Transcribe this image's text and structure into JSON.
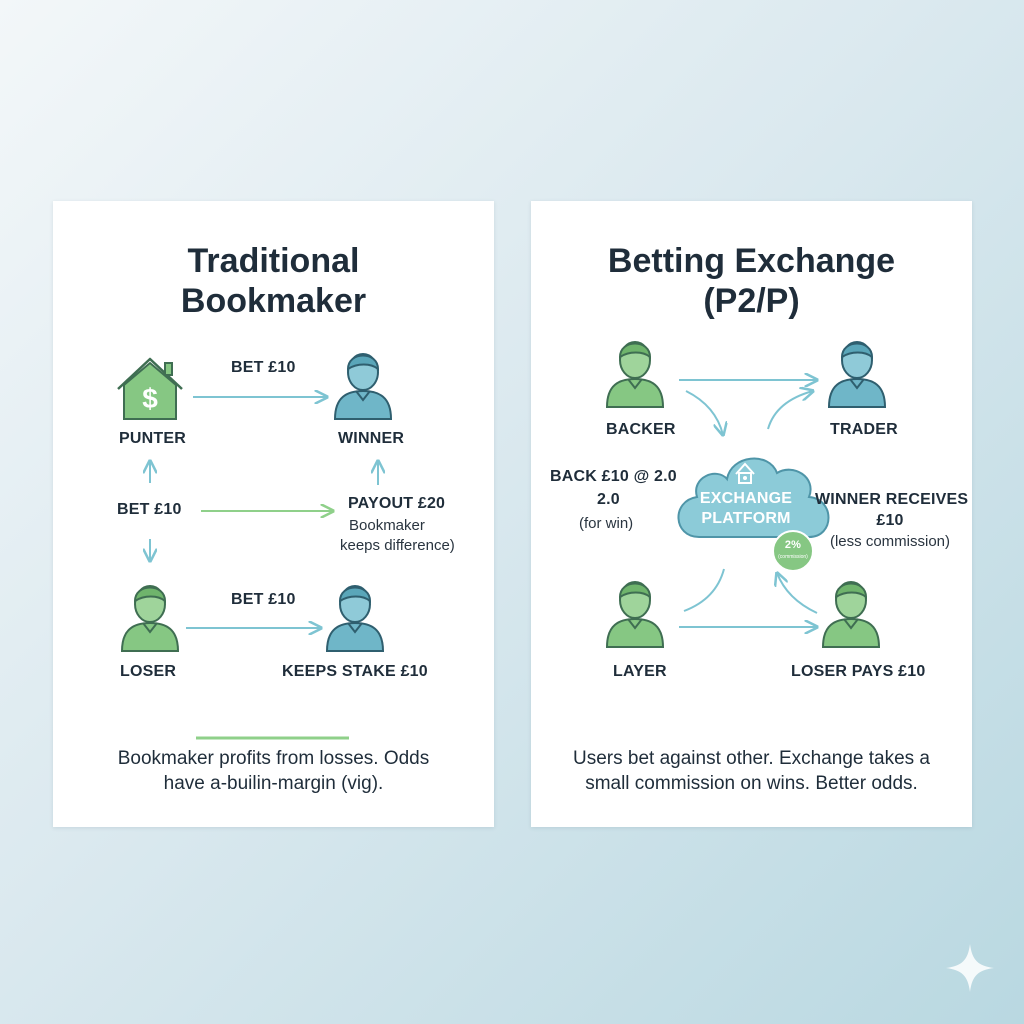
{
  "left_panel": {
    "title_line1": "Traditional",
    "title_line2": "Bookmaker",
    "labels": {
      "bet_top": "BET £10",
      "punter": "PUNTER",
      "winner": "WINNER",
      "bet_mid": "BET £10",
      "payout": "PAYOUT £20",
      "payout_sub1": "Bookmaker",
      "payout_sub2": "keeps difference)",
      "bet_bottom": "BET £10",
      "loser": "LOSER",
      "keeps_stake": "KEEPS STAKE £10"
    },
    "caption_line1": "Bookmaker profits from losses. Odds",
    "caption_line2": "have a-builin-margin (vig)."
  },
  "right_panel": {
    "title_line1": "Betting Exchange",
    "title_line2": "(P2/P)",
    "labels": {
      "backer": "BACKER",
      "trader": "TRADER",
      "back_line1": "BACK £10 @ 2.0",
      "back_line2": "2.0",
      "back_sub": "(for win)",
      "platform_line1": "EXCHANGE",
      "platform_line2": "PLATFORM",
      "commission_pct": "2%",
      "commission_small": "(commission)",
      "winner_line1": "WINNER RECEIVES",
      "winner_line2": "£10",
      "winner_sub": "(less commission)",
      "layer": "LAYER",
      "loser_pays": "LOSER PAYS £10"
    },
    "caption_line1": "Users bet against other. Exchange takes a",
    "caption_line2": "small commission on wins. Better odds."
  },
  "colors": {
    "green": "#7cc57a",
    "blue": "#6fb6c8",
    "arrow_blue": "#7ec4d2",
    "arrow_green": "#8fd08a",
    "platform": "#8ccbd8",
    "dark_text": "#1f2d3a"
  },
  "icons": {
    "punter": "house-dollar-icon",
    "person": "person-icon",
    "platform": "cloud-icon",
    "sparkle": "sparkle-icon"
  }
}
